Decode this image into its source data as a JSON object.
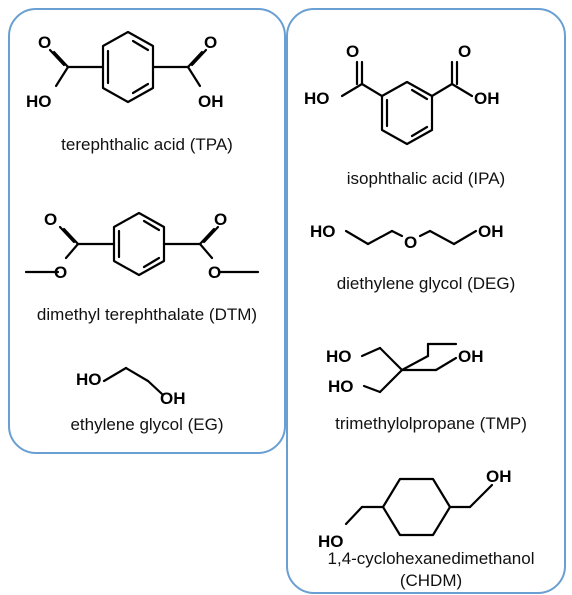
{
  "left_panel": {
    "tpa": {
      "name": "terephthalic acid (TPA)",
      "o_top_left": "O",
      "o_top_right": "O",
      "oh_left": "HO",
      "oh_right": "OH"
    },
    "dtm": {
      "name": "dimethyl terephthalate (DTM)",
      "o_top_left": "O",
      "o_top_right": "O",
      "o_ester_left": "O",
      "o_ester_right": "O"
    },
    "eg": {
      "name": "ethylene glycol (EG)",
      "oh_left": "HO",
      "oh_right": "OH"
    }
  },
  "right_panel": {
    "ipa": {
      "name": "isophthalic acid (IPA)",
      "o_top_left": "O",
      "o_top_right": "O",
      "oh_left": "HO",
      "oh_right": "OH"
    },
    "deg": {
      "name": "diethylene glycol (DEG)",
      "oh_left": "HO",
      "o_middle": "O",
      "oh_right": "OH"
    },
    "tmp": {
      "name": "trimethylolpropane (TMP)",
      "oh_top_left": "HO",
      "oh_right": "OH",
      "oh_bottom_left": "HO"
    },
    "chdm": {
      "name_line1": "1,4-cyclohexanedimethanol",
      "name_line2": "(CHDM)",
      "oh_top": "OH",
      "oh_bottom": "HO"
    }
  },
  "colors": {
    "panel_border": "#6a9fd3",
    "structure": "#000000"
  }
}
